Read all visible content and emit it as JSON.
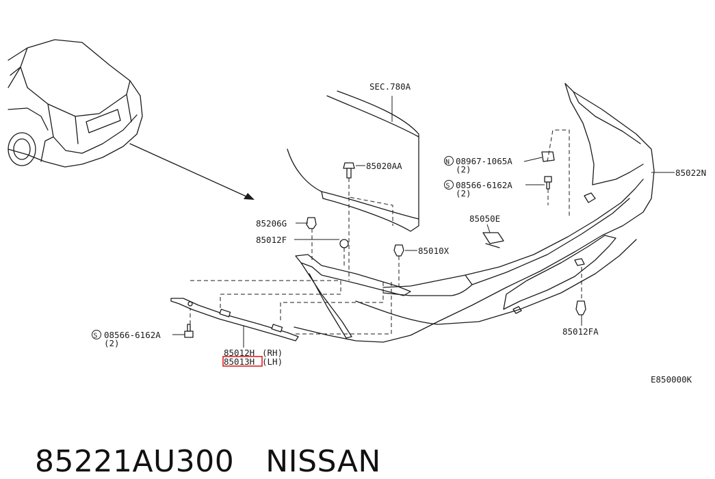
{
  "diagram": {
    "callouts": {
      "sec": "SEC.780A",
      "p85020AA": "85020AA",
      "p85022N": "85022N",
      "p08967": "08967-1065A",
      "p08967_qty": "(2)",
      "p08566_top": "08566-6162A",
      "p08566_top_qty": "(2)",
      "p85206G": "85206G",
      "p85012F": "85012F",
      "p85050E": "85050E",
      "p85010X": "85010X",
      "p08566_left": "08566-6162A",
      "p08566_left_qty": "(2)",
      "p85012H": "85012H",
      "p85012H_side": "(RH)",
      "p85013H": "85013H",
      "p85013H_side": "(LH)",
      "p85012FA": "85012FA",
      "diagram_code": "E850000K"
    },
    "prefix_N": "N",
    "prefix_S": "S",
    "highlight_color": "#e02020"
  },
  "footer": {
    "part_number": "85221AU300",
    "brand": "NISSAN"
  }
}
